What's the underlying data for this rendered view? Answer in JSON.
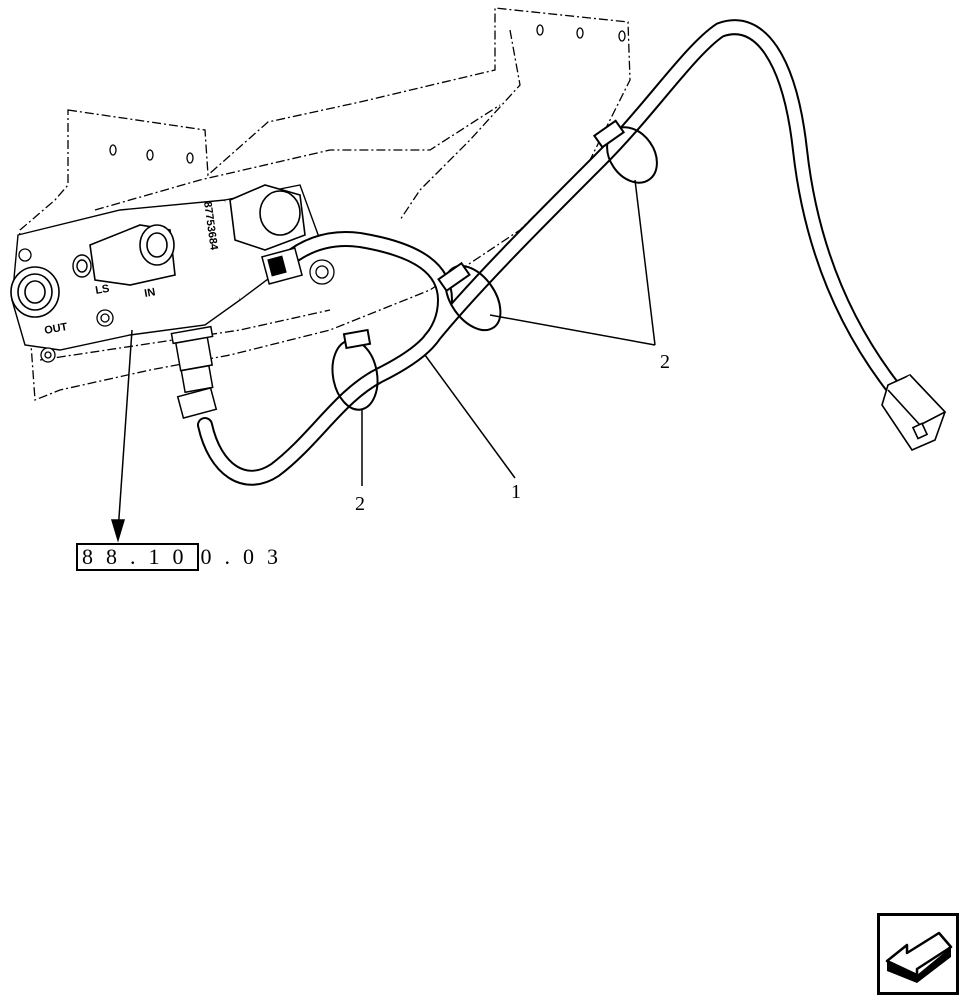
{
  "diagram": {
    "callouts": {
      "harness": "1",
      "clip_top": "2",
      "clip_bottom": "2"
    },
    "valve_labels": {
      "part_number": "87753684",
      "port_out": "OUT",
      "port_ls": "LS",
      "port_in": "IN"
    },
    "reference": {
      "boxed_part": "88.10",
      "trailing_part": "0.03"
    },
    "icons": {
      "nav": "back-arrow-icon"
    }
  }
}
